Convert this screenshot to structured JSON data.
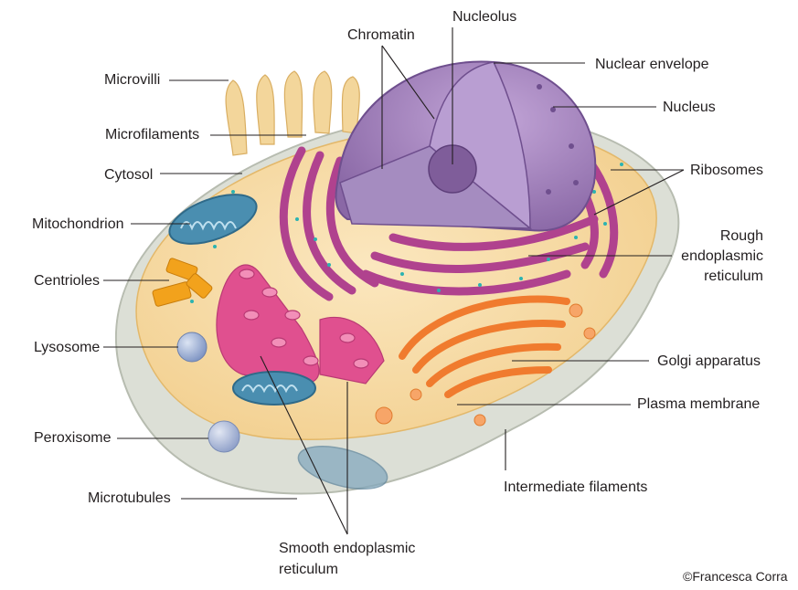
{
  "labels": {
    "nucleolus": "Nucleolus",
    "chromatin": "Chromatin",
    "nuclear_envelope": "Nuclear envelope",
    "nucleus": "Nucleus",
    "microvilli": "Microvilli",
    "microfilaments": "Microfilaments",
    "cytosol": "Cytosol",
    "ribosomes": "Ribosomes",
    "mitochondrion": "Mitochondrion",
    "rough_er": [
      "Rough",
      "endoplasmic",
      "reticulum"
    ],
    "centrioles": "Centrioles",
    "lysosome": "Lysosome",
    "golgi": "Golgi apparatus",
    "plasma_membrane": "Plasma membrane",
    "peroxisome": "Peroxisome",
    "intermediate_filaments": "Intermediate filaments",
    "microtubules": "Microtubules",
    "smooth_er": [
      "Smooth endoplasmic",
      "reticulum"
    ]
  },
  "credit": "©Francesca Corra",
  "colors": {
    "cytoplasm": "#f5d9a0",
    "outer_membrane": "#d9dcd5",
    "nucleus": "#9b7bb5",
    "rough_er": "#b0428e",
    "smooth_er": "#e0508f",
    "golgi": "#f07b2e",
    "mitochondrion": "#4a8eb0",
    "centrioles": "#f2a21c",
    "lysosome": "#8fa6cf",
    "leader_line": "#231f20"
  }
}
